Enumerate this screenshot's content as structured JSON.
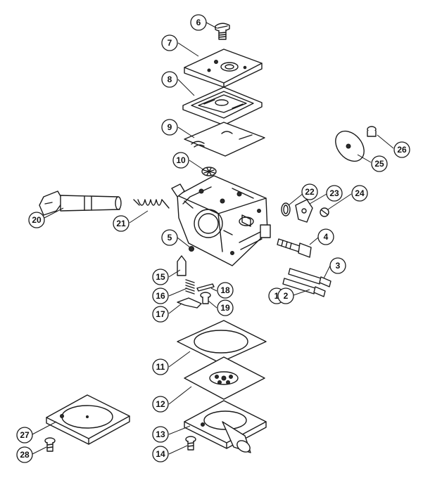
{
  "diagram": {
    "callouts": [
      {
        "label": "1"
      },
      {
        "label": "2"
      },
      {
        "label": "3"
      },
      {
        "label": "4"
      },
      {
        "label": "5"
      },
      {
        "label": "6"
      },
      {
        "label": "7"
      },
      {
        "label": "8"
      },
      {
        "label": "9"
      },
      {
        "label": "10"
      },
      {
        "label": "11"
      },
      {
        "label": "12"
      },
      {
        "label": "13"
      },
      {
        "label": "14"
      },
      {
        "label": "15"
      },
      {
        "label": "16"
      },
      {
        "label": "17"
      },
      {
        "label": "18"
      },
      {
        "label": "19"
      },
      {
        "label": "20"
      },
      {
        "label": "21"
      },
      {
        "label": "22"
      },
      {
        "label": "23"
      },
      {
        "label": "24"
      },
      {
        "label": "25"
      },
      {
        "label": "26"
      },
      {
        "label": "27"
      },
      {
        "label": "28"
      }
    ]
  }
}
